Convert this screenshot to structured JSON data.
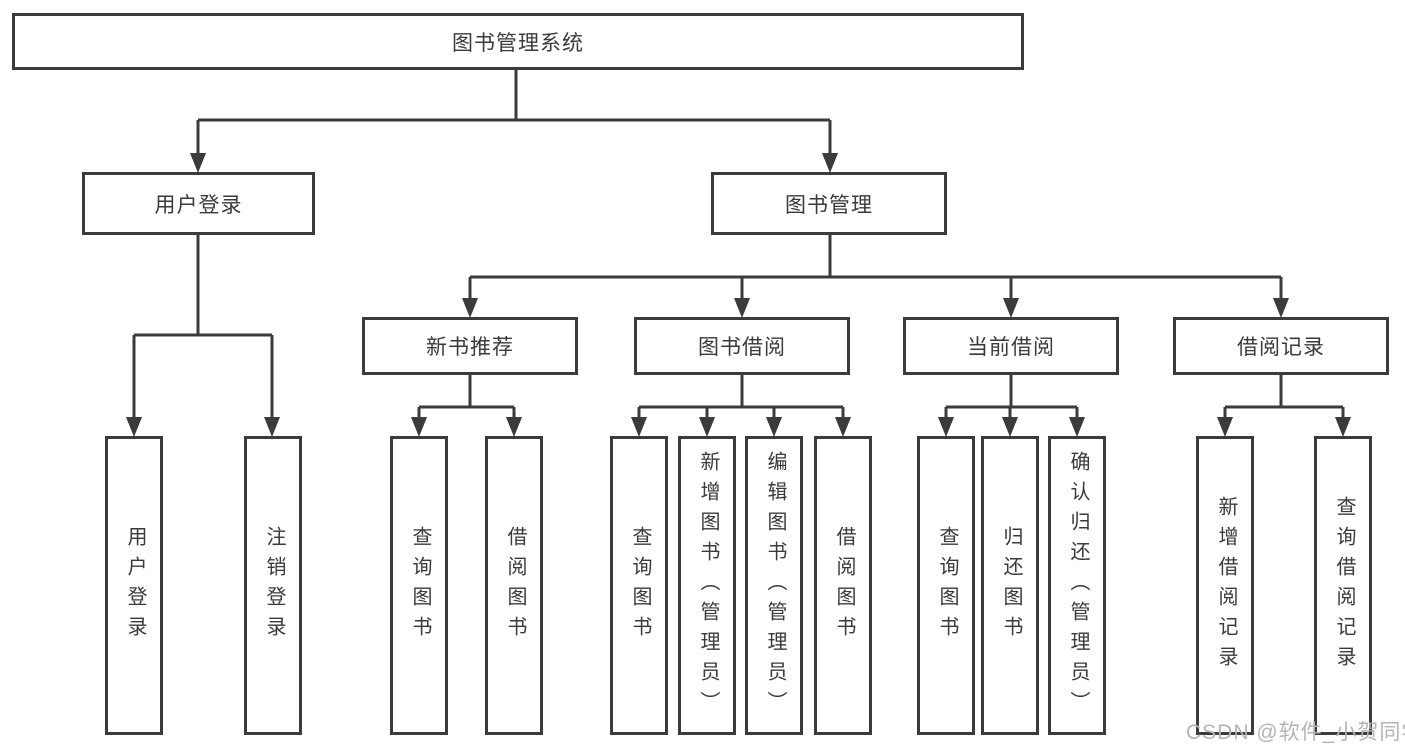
{
  "diagram": {
    "root": {
      "label": "图书管理系统"
    },
    "branches": [
      {
        "label": "用户登录",
        "children": [
          {
            "label": "用户登录"
          },
          {
            "label": "注销登录"
          }
        ]
      },
      {
        "label": "图书管理",
        "children": [
          {
            "label": "新书推荐",
            "children": [
              {
                "label": "查询图书"
              },
              {
                "label": "借阅图书"
              }
            ]
          },
          {
            "label": "图书借阅",
            "children": [
              {
                "label": "查询图书"
              },
              {
                "label": "新增图书（管理员）"
              },
              {
                "label": "编辑图书（管理员）"
              },
              {
                "label": "借阅图书"
              }
            ]
          },
          {
            "label": "当前借阅",
            "children": [
              {
                "label": "查询图书"
              },
              {
                "label": "归还图书"
              },
              {
                "label": "确认归还（管理员）"
              }
            ]
          },
          {
            "label": "借阅记录",
            "children": [
              {
                "label": "新增借阅记录"
              },
              {
                "label": "查询借阅记录"
              }
            ]
          }
        ]
      }
    ]
  },
  "watermark": {
    "text": "CSDN @软件_小贺同学"
  },
  "colors": {
    "line": "#3b3b3b",
    "text": "#3a3a3a",
    "watermark": "#b4b4b4",
    "background": "#ffffff"
  }
}
